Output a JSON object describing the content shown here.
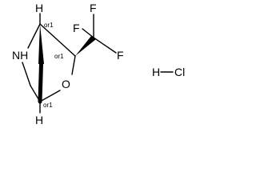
{
  "atoms": {
    "nh": "NH",
    "o": "O",
    "f_top": "F",
    "f_left": "F",
    "f_right": "F",
    "h_top": "H",
    "h_bottom": "H",
    "h_hcl": "H",
    "cl": "Cl"
  },
  "stereo_labels": {
    "c1": "or1",
    "c3": "or1",
    "c4": "or1"
  },
  "colors": {
    "ink": "#000000",
    "background": "#ffffff"
  }
}
